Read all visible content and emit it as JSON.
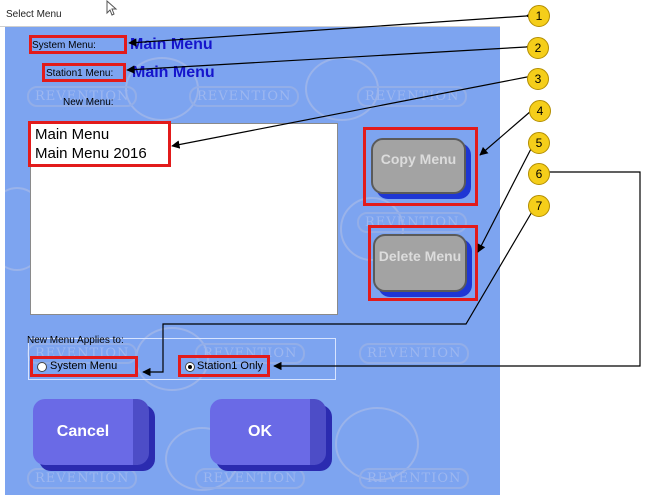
{
  "window": {
    "title": "Select Menu"
  },
  "system_menu": {
    "label": "System Menu:",
    "value": "Main Menu"
  },
  "station_menu": {
    "label": "Station1 Menu:",
    "value": "Main Menu"
  },
  "new_menu": {
    "label": "New Menu:",
    "items": [
      "Main Menu",
      "Main Menu 2016"
    ]
  },
  "buttons": {
    "copy": "Copy Menu",
    "delete": "Delete Menu",
    "cancel": "Cancel",
    "ok": "OK"
  },
  "applies_to": {
    "label": "New Menu Applies to:",
    "options": [
      "System Menu",
      "Station1 Only"
    ],
    "selected": "Station1 Only"
  },
  "watermark": "REVENTION",
  "callouts": [
    "1",
    "2",
    "3",
    "4",
    "5",
    "6",
    "7"
  ],
  "colors": {
    "panel": "#7da4f0",
    "highlight": "#e21b1b",
    "callout": "#f5ce1a",
    "value_text": "#1515cc"
  }
}
